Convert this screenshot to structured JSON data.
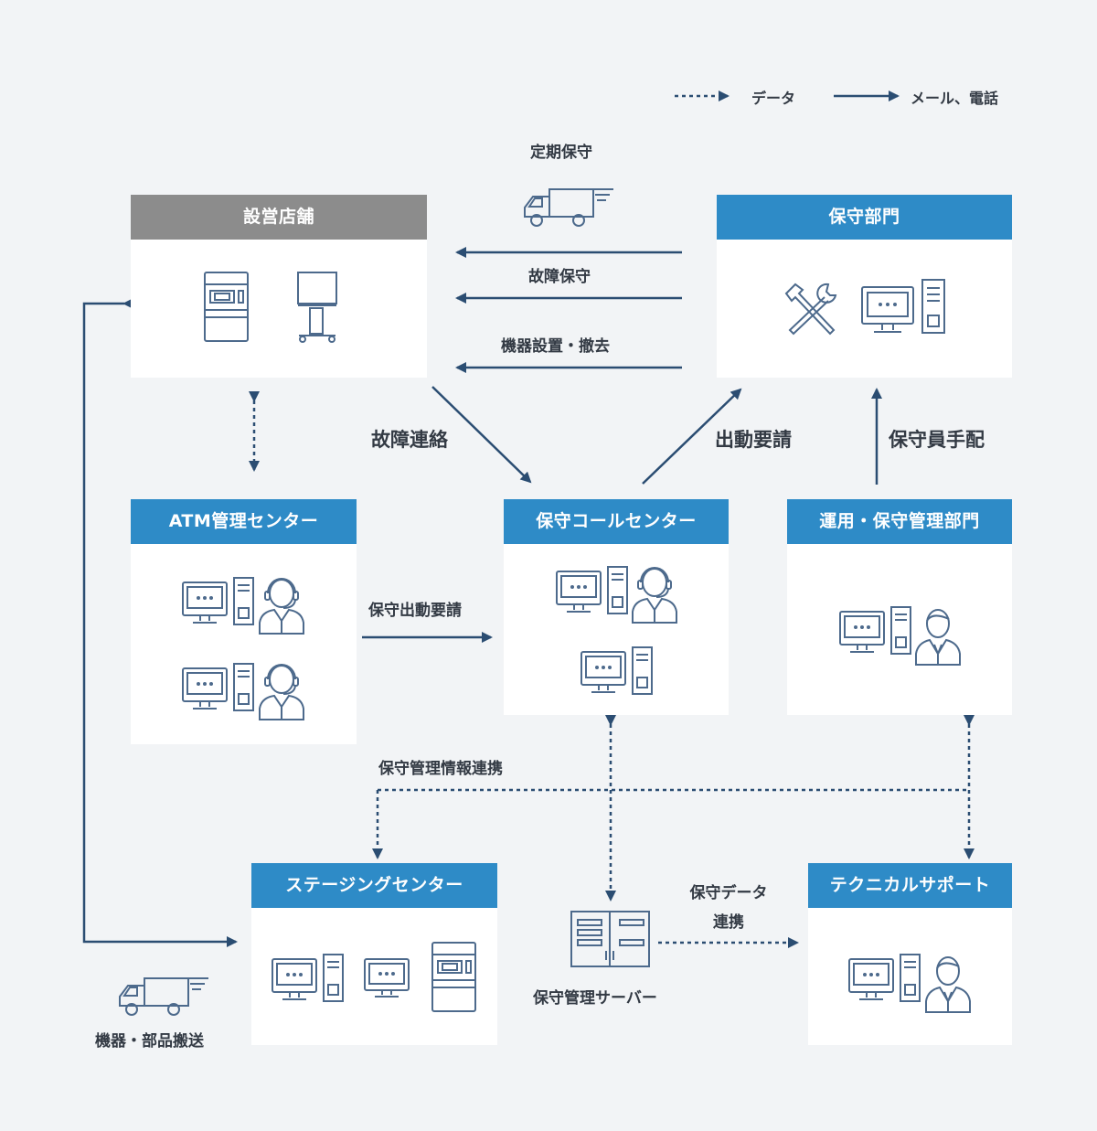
{
  "legend": {
    "data_label": "データ",
    "call_label": "メール、電話"
  },
  "boxes": {
    "store": "設営店舗",
    "maint_dept": "保守部門",
    "atm_center": "ATM管理センター",
    "call_center": "保守コールセンター",
    "ops_dept": "運用・保守管理部門",
    "staging": "ステージングセンター",
    "tech_support": "テクニカルサポート"
  },
  "labels": {
    "periodic": "定期保守",
    "failure_maint": "故障保守",
    "install": "機器設置・撤去",
    "failure_report": "故障連絡",
    "dispatch_request": "出動要請",
    "staff_arrange": "保守員手配",
    "maint_dispatch": "保守出動要請",
    "info_link": "保守管理情報連携",
    "data_link_1": "保守データ",
    "data_link_2": "連携",
    "server": "保守管理サーバー",
    "transport": "機器・部品搬送"
  },
  "icons": [
    "atm-icon",
    "display-stand-icon",
    "truck-icon",
    "tools-icon",
    "computer-icon",
    "operator-headset-icon",
    "staff-person-icon",
    "server-rack-icon"
  ],
  "colors": {
    "accent": "#2e8bc7",
    "header_gray": "#8c8c8c",
    "arrow": "#2b4d72",
    "icon": "#4d6a8c",
    "background": "#f2f4f6"
  }
}
